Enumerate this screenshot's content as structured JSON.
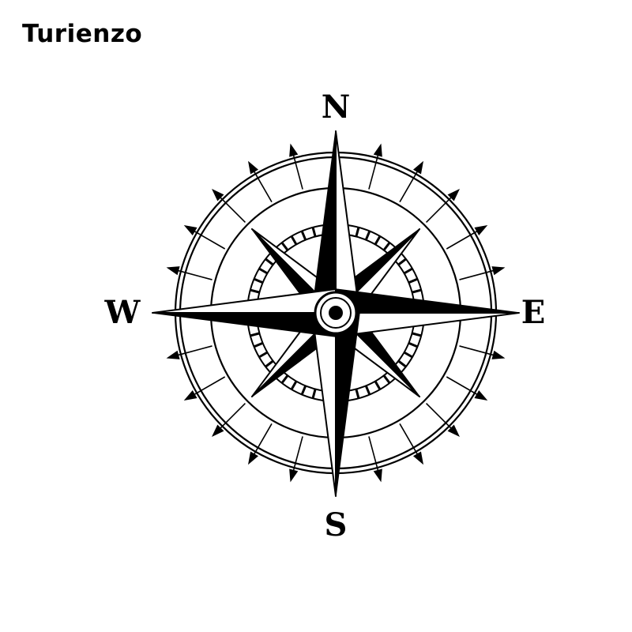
{
  "brand": {
    "text": "Turienzo"
  },
  "compass": {
    "north": "N",
    "east": "E",
    "south": "S",
    "west": "W"
  },
  "colors": {
    "ink": "#000000",
    "background": "#ffffff"
  }
}
